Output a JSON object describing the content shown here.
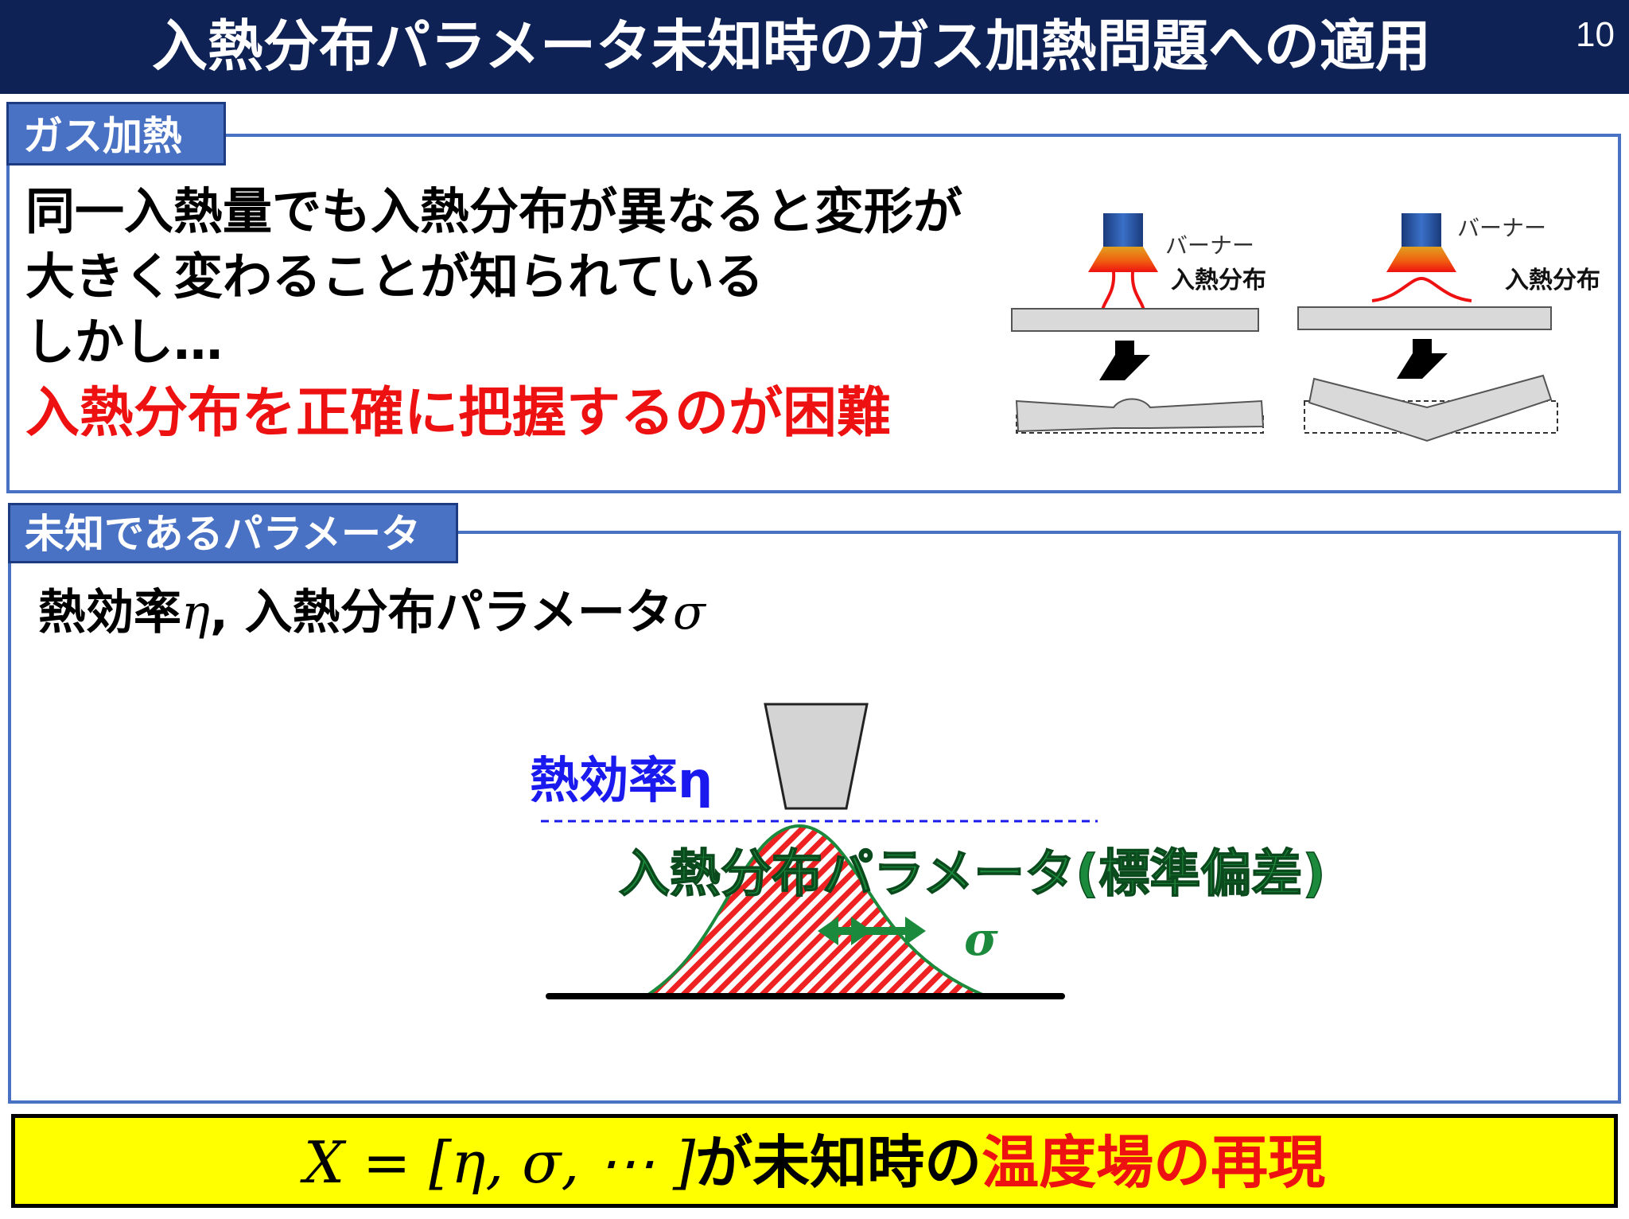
{
  "header": {
    "title": "入熱分布パラメータ未知時のガス加熱問題への適用",
    "page_number": "10"
  },
  "section_gas_heating": {
    "tab_label": "ガス加熱",
    "lines": [
      "同一入熱量でも入熱分布が異なると変形が",
      "大きく変わることが知られている",
      "しかし…"
    ],
    "emphasis": "入熱分布を正確に把握するのが困難",
    "figure": {
      "burner_label": "バーナー",
      "distribution_label": "入熱分布"
    },
    "colors": {
      "emphasis": "#ee1111"
    }
  },
  "section_unknown_params": {
    "tab_label": "未知であるパラメータ",
    "param_text_1": "熱効率",
    "param_symbol_1": "η",
    "param_separator": ", ",
    "param_text_2": "入熱分布パラメータ",
    "param_symbol_2": "σ",
    "figure": {
      "efficiency_label": "熱効率η",
      "distribution_label": "入熱分布パラメータ(標準偏差)",
      "sigma_label": "σ",
      "colors": {
        "efficiency": "#1a1aee",
        "distribution": "#1c8a3c",
        "hatch": "#ee2222"
      }
    }
  },
  "conclusion": {
    "formula": "X = [η, σ, ⋯ ]",
    "text_black": "が未知時の",
    "text_red": "温度場の再現",
    "colors": {
      "background": "#ffff00",
      "red": "#ee1111"
    }
  },
  "colors": {
    "title_background": "#0e2256",
    "accent_blue": "#4a72c4"
  }
}
